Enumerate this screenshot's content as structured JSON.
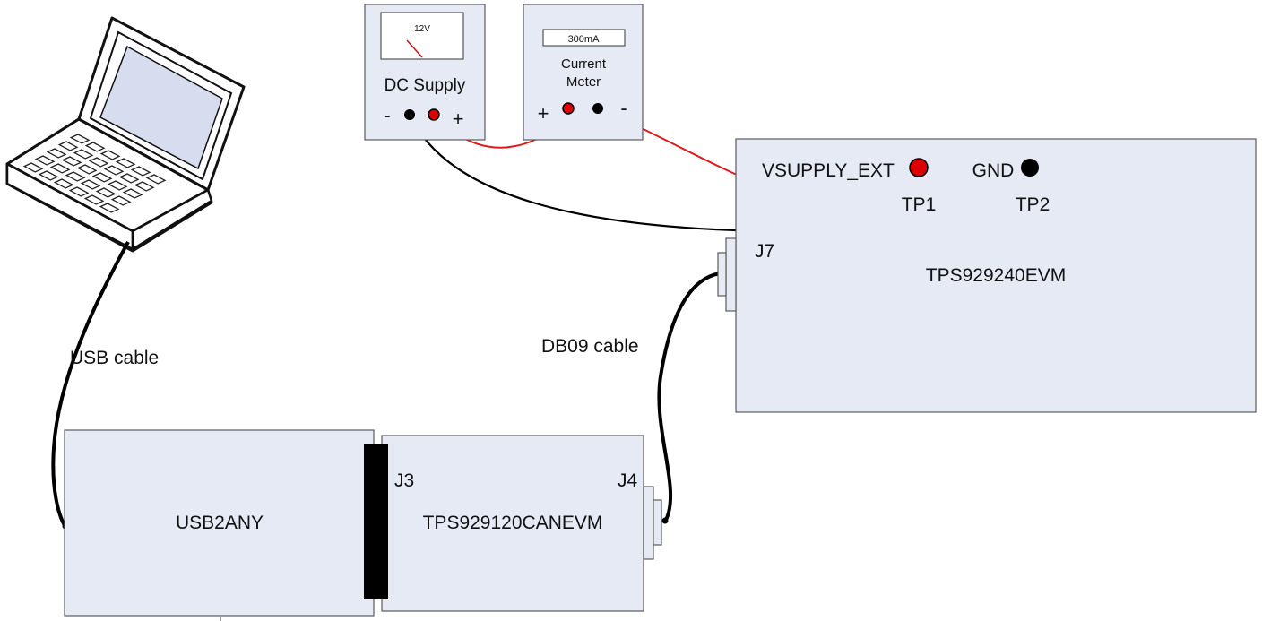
{
  "instruments": {
    "dc_supply": {
      "display_value": "12V",
      "label": "DC Supply",
      "minus": "-",
      "plus": "+"
    },
    "current_meter": {
      "display_value": "300mA",
      "label_line1": "Current",
      "label_line2": "Meter",
      "plus": "+",
      "minus": "-"
    }
  },
  "boards": {
    "evm_main": {
      "name": "TPS929240EVM",
      "tp1_label": "VSUPPLY_EXT",
      "tp1_id": "TP1",
      "tp2_label": "GND",
      "tp2_id": "TP2",
      "connector": "J7"
    },
    "can_evm": {
      "name": "TPS929120CANEVM",
      "connector_left": "J3",
      "connector_right": "J4"
    },
    "usb2any": {
      "name": "USB2ANY"
    }
  },
  "cables": {
    "usb": "USB cable",
    "db09": "DB09 cable"
  },
  "colors": {
    "box_fill": "#e5eaf5",
    "red_wire": "#e0191c",
    "black_wire": "#000000"
  }
}
